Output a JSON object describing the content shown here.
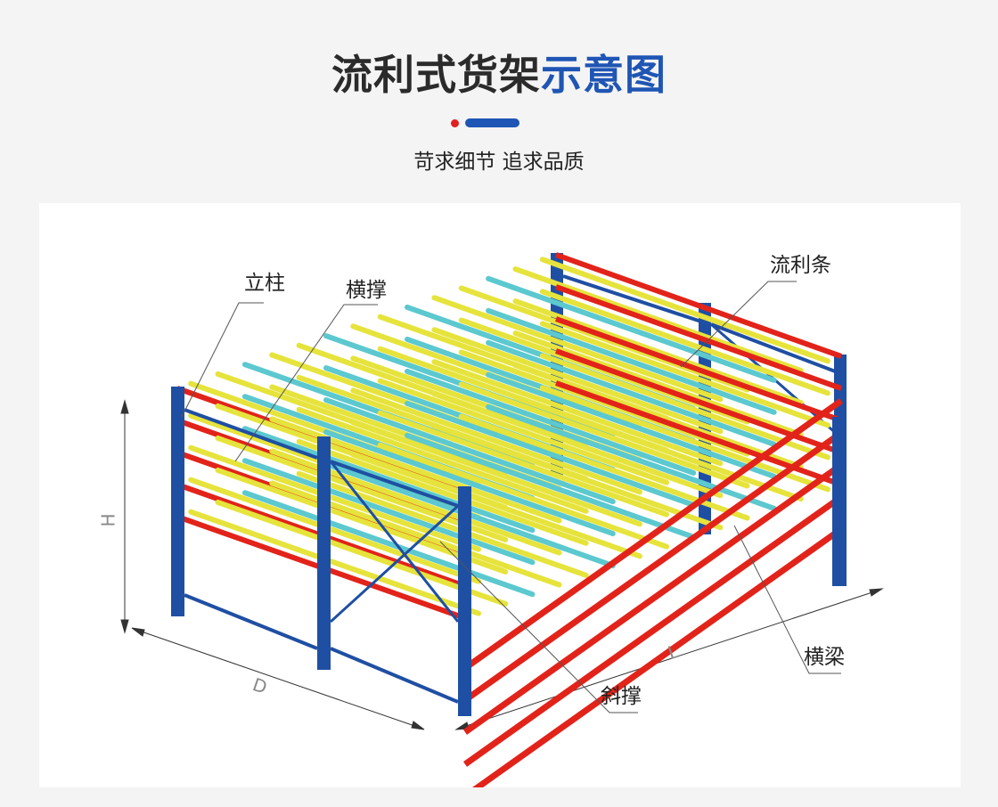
{
  "header": {
    "title_part1": "流利式货架",
    "title_part2": "示意图",
    "subtitle": "苛求细节 追求品质"
  },
  "callouts": {
    "upright": "立柱",
    "brace": "横撑",
    "flow_rail": "流利条",
    "beam": "横梁",
    "diagonal": "斜撑"
  },
  "dimensions": {
    "height": "H",
    "depth": "D",
    "length": "L"
  },
  "colors": {
    "frame_blue": "#1f4fa3",
    "beam_red": "#e2231a",
    "rail_yellow": "#e6e33c",
    "rail_cyan": "#5cc8cf",
    "accent_blue": "#1f55b4",
    "accent_red": "#e21f1f"
  }
}
